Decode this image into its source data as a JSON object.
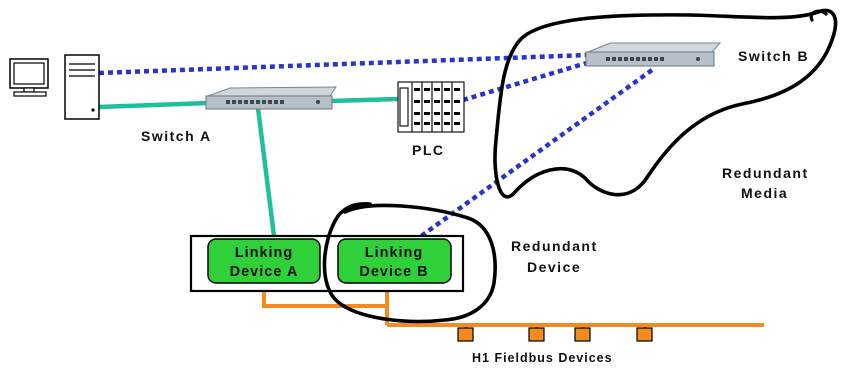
{
  "labels": {
    "switch_a": "Switch A",
    "switch_b": "Switch B",
    "plc": "PLC",
    "redundant_media_line1": "Redundant",
    "redundant_media_line2": "Media",
    "redundant_device_line1": "Redundant",
    "redundant_device_line2": "Device",
    "h1_devices": "H1 Fieldbus Devices"
  },
  "linking_devices": [
    {
      "line1": "Linking",
      "line2": "Device A"
    },
    {
      "line1": "Linking",
      "line2": "Device B"
    }
  ],
  "colors": {
    "ethernet_primary": "#1fbf9c",
    "ethernet_redundant": "#2a35c8",
    "fieldbus": "#f28c1f",
    "linking_device_fill": "#2fd03a",
    "ink": "#000000"
  },
  "icons": [
    "computer-monitor-icon",
    "pc-tower-icon",
    "network-switch-icon",
    "plc-rack-icon",
    "fieldbus-device-icon"
  ]
}
